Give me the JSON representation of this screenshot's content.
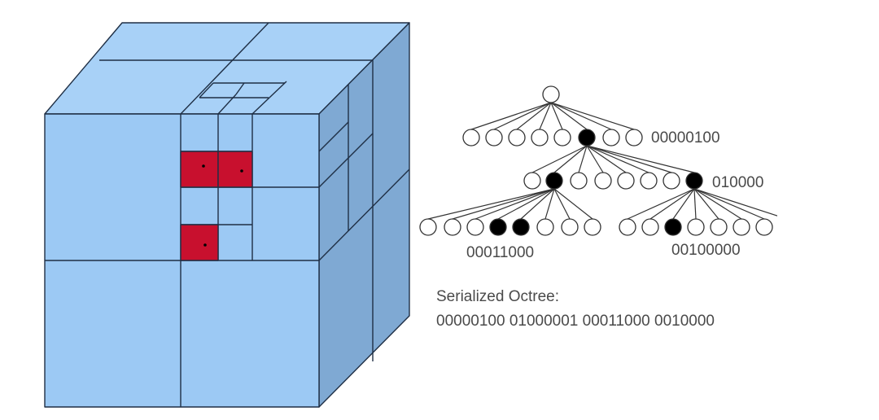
{
  "octree_tree": {
    "level1_code": "00000100",
    "level2_code": "010000",
    "level3_left_code": "00011000",
    "level3_right_code": "00100000"
  },
  "serialized": {
    "title": "Serialized Octree:",
    "value": "00000100 01000001 00011000 0010000"
  },
  "colors": {
    "cube_front": "#9cc9f4",
    "cube_top": "#a8d1f7",
    "cube_side": "#7fa9d3",
    "edge": "#1f2f45",
    "occupied": "#c8102e",
    "filled_node": "#000000",
    "empty_node": "#ffffff",
    "text": "#4a4a4a"
  }
}
